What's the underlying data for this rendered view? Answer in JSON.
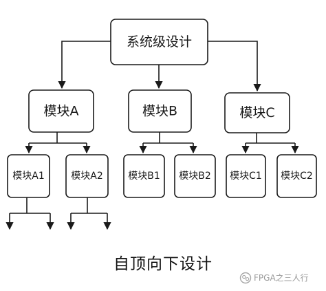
{
  "diagram": {
    "root": {
      "label": "系统级设计"
    },
    "modules": [
      {
        "label": "模块A",
        "children": [
          {
            "label": "模块A1"
          },
          {
            "label": "模块A2"
          }
        ]
      },
      {
        "label": "模块B",
        "children": [
          {
            "label": "模块B1"
          },
          {
            "label": "模块B2"
          }
        ]
      },
      {
        "label": "模块C",
        "children": [
          {
            "label": "模块C1"
          },
          {
            "label": "模块C2"
          }
        ]
      }
    ]
  },
  "caption": "自顶向下设计",
  "watermark": {
    "text": "FPGA之三人行",
    "icon": "wechat-official-account-icon"
  },
  "colors": {
    "stroke": "#1a1a1a",
    "watermark": "#9a9a9a"
  }
}
